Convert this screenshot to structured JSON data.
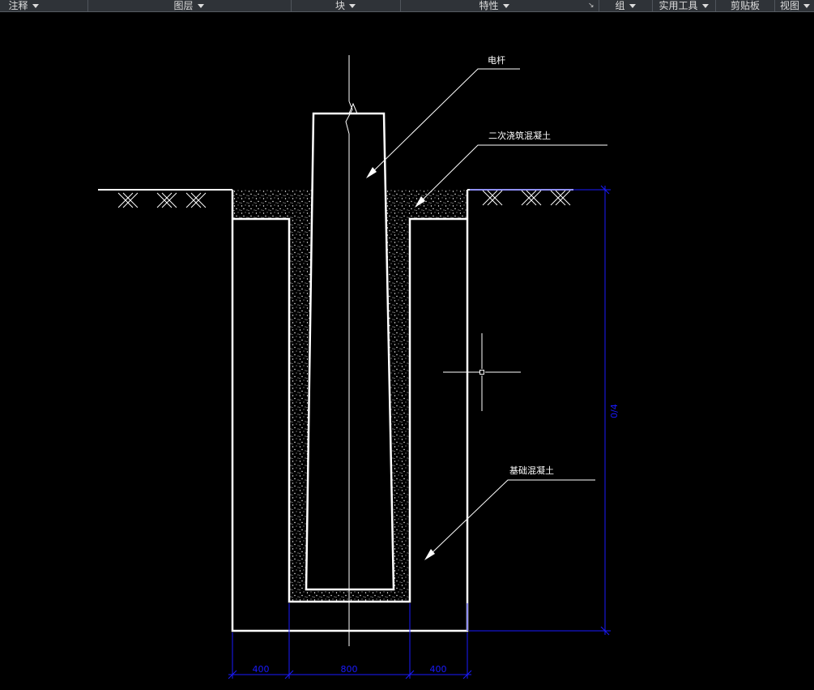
{
  "ribbon": {
    "panels": [
      {
        "label": "注释",
        "has_dropdown": true
      },
      {
        "label": "图层",
        "has_dropdown": true
      },
      {
        "label": "块",
        "has_dropdown": true
      },
      {
        "label": "特性",
        "has_dropdown": true
      },
      {
        "label": "组",
        "has_dropdown": true
      },
      {
        "label": "实用工具",
        "has_dropdown": true
      },
      {
        "label": "剪贴板",
        "has_dropdown": false
      },
      {
        "label": "视图",
        "has_dropdown": true
      }
    ],
    "launcher_icon": "dialog-launcher-arrow-icon"
  },
  "drawing": {
    "labels": {
      "pole": "电杆",
      "secondary_concrete": "二次浇筑混凝土",
      "foundation_concrete": "基础混凝土"
    },
    "dimensions": {
      "left_width": "400",
      "center_width": "800",
      "right_width": "400",
      "depth": "0/4"
    },
    "colors": {
      "background": "#000000",
      "geometry": "#ffffff",
      "dimension": "#1a1aff",
      "hatch": "#ffffff"
    },
    "cursor_icon": "crosshair-cursor-icon"
  }
}
